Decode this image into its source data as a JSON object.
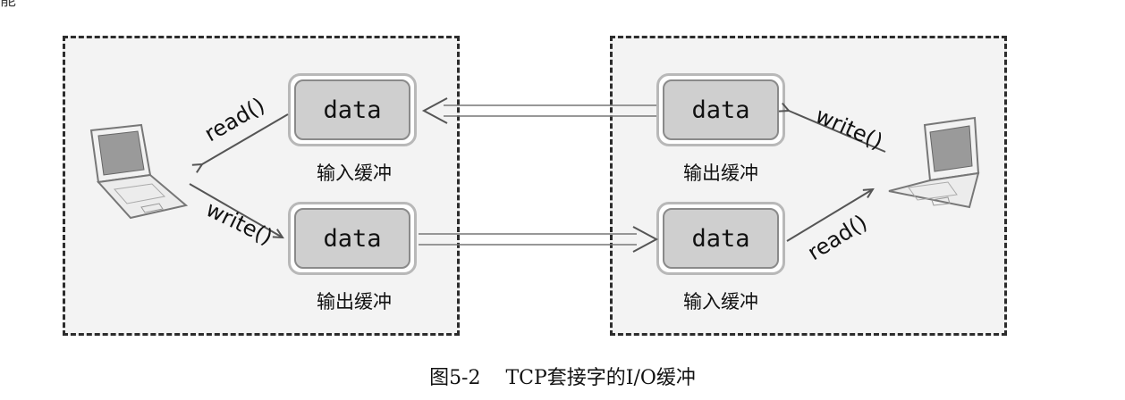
{
  "corner_fragment": "能",
  "left_host": {
    "top_buffer": {
      "text": "data",
      "label": "输入缓冲"
    },
    "bottom_buffer": {
      "text": "data",
      "label": "输出缓冲"
    },
    "top_op": "read()",
    "bottom_op": "write()"
  },
  "right_host": {
    "top_buffer": {
      "text": "data",
      "label": "输出缓冲"
    },
    "bottom_buffer": {
      "text": "data",
      "label": "输入缓冲"
    },
    "top_op": "write()",
    "bottom_op": "read()"
  },
  "caption": "图5-2    TCP套接字的I/O缓冲",
  "colors": {
    "border": "#2c2c2c",
    "buffer_fill": "#cfcfcf",
    "arrow": "#555555"
  },
  "icons": {
    "laptop_left": "laptop-icon",
    "laptop_right": "laptop-icon"
  }
}
